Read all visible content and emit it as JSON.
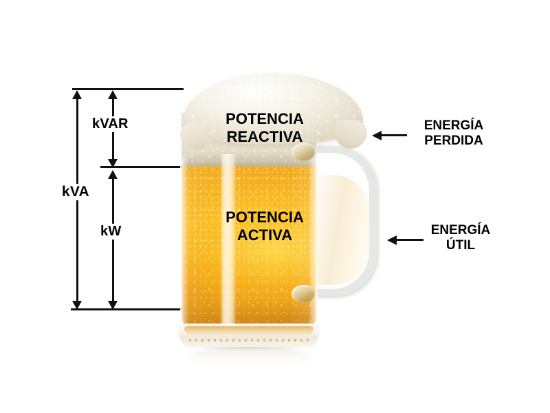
{
  "diagram": {
    "title_present": false,
    "background_color": "#ffffff",
    "subject": "beer-mug-power-triangle-analogy",
    "language": "es"
  },
  "measurements": {
    "total": {
      "label": "kVA",
      "meaning": "apparent-power",
      "spans": "full-height"
    },
    "reactive": {
      "label": "kVAR",
      "meaning": "reactive-power",
      "spans": "foam-section"
    },
    "active": {
      "label": "kW",
      "meaning": "active-power",
      "spans": "liquid-section"
    }
  },
  "mug_labels": {
    "foam": {
      "line1": "POTENCIA",
      "line2": "REACTIVA"
    },
    "liquid": {
      "line1": "POTENCIA",
      "line2": "ACTIVA"
    }
  },
  "callouts": {
    "lost": {
      "line1": "ENERGÍA",
      "line2": "PERDIDA",
      "arrow": "arrow-left-icon"
    },
    "useful": {
      "line1": "ENERGÍA",
      "line2": "ÚTIL",
      "arrow": "arrow-left-icon"
    }
  },
  "colors": {
    "ink": "#111111",
    "beer_light": "#fbc42b",
    "beer_dark": "#dd9424",
    "foam": "#efece0",
    "glass": "#f4f1e8"
  }
}
